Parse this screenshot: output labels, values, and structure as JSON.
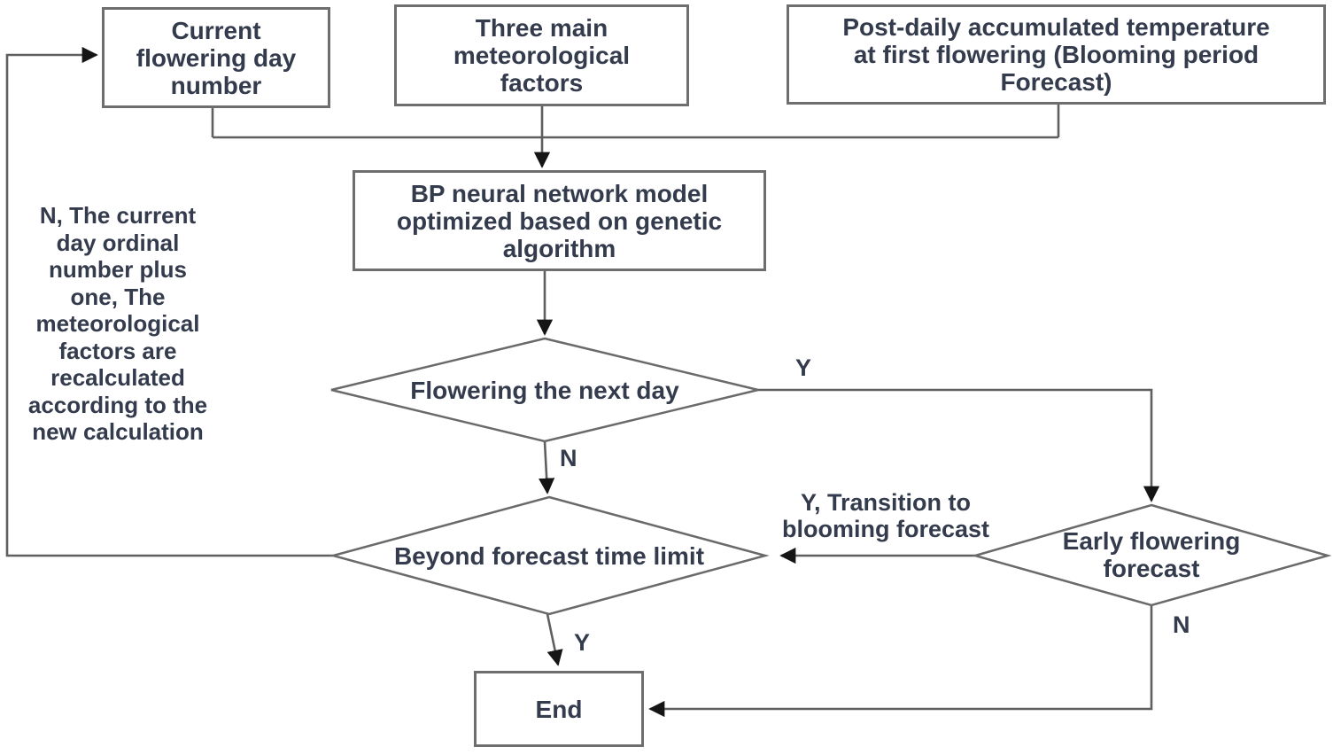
{
  "flowchart": {
    "nodes": {
      "current_flowering_day": "Current\nflowering day\nnumber",
      "meteorological_factors": "Three main\nmeteorological\nfactors",
      "post_daily_temperature": "Post-daily accumulated temperature\nat first flowering (Blooming period\nForecast)",
      "bp_model": "BP neural network model\noptimized based on genetic\nalgorithm",
      "flowering_next_day": "Flowering the next day",
      "beyond_forecast_limit": "Beyond forecast time limit",
      "early_flowering_forecast": "Early flowering\nforecast",
      "end": "End"
    },
    "labels": {
      "y_flowering": "Y",
      "n_flowering": "N",
      "y_beyond": "Y",
      "n_early": "N",
      "transition_to_blooming": "Y, Transition to\nblooming forecast",
      "loop_annotation": "N, The current\nday ordinal\nnumber plus\none, The\nmeteorological\nfactors are\nrecalculated\naccording to the\nnew calculation"
    },
    "colors": {
      "text": "#333b4d",
      "line": "#5f5f5f",
      "box_border": "#6e6e6e",
      "arrowhead": "#151515",
      "background": "#ffffff"
    }
  }
}
